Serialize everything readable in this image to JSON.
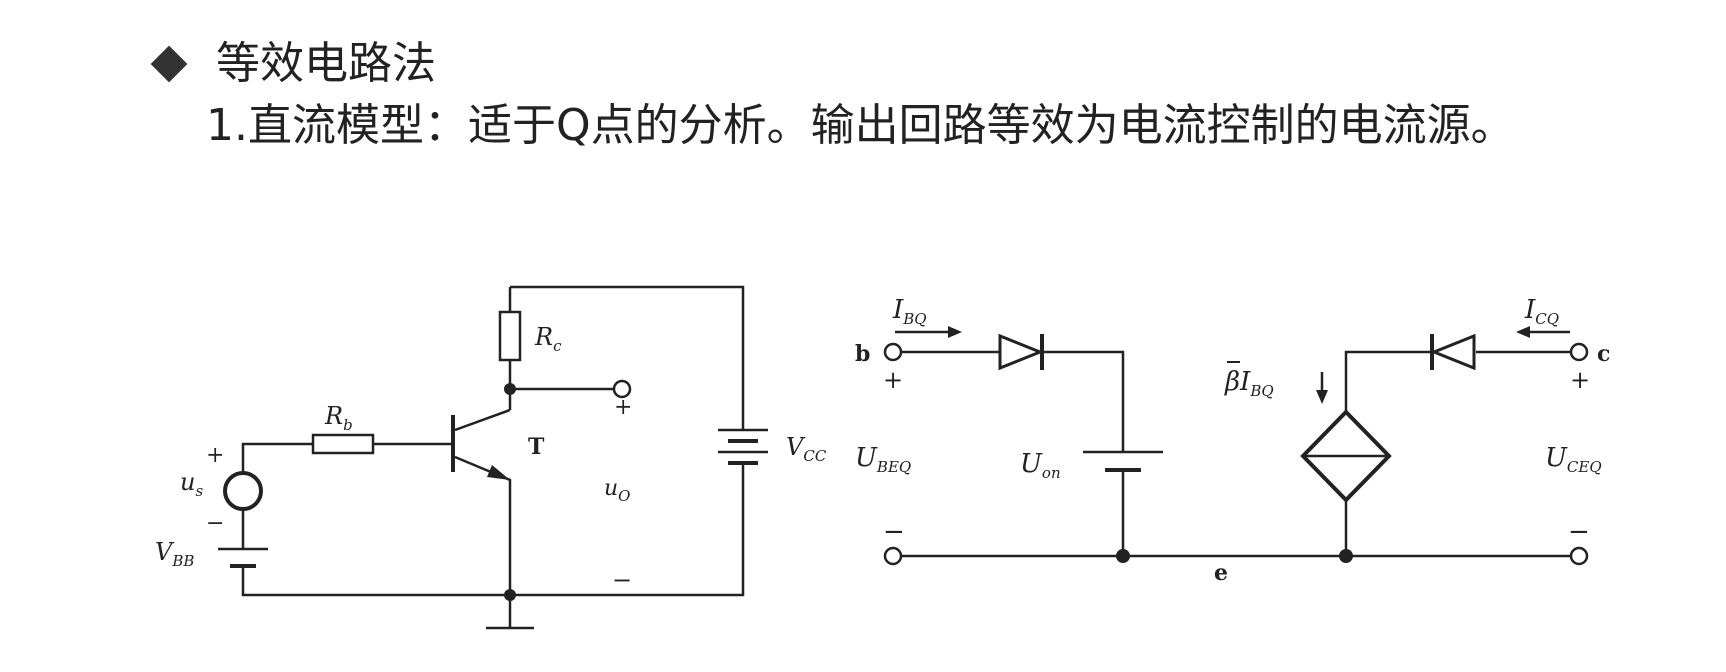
{
  "slide": {
    "heading": "等效电路法",
    "subtitle": "1.直流模型：适于Q点的分析。输出回路等效为电流控制的电流源。"
  },
  "left_circuit": {
    "Rc": {
      "sym": "R",
      "sub": "c"
    },
    "Rb": {
      "sym": "R",
      "sub": "b"
    },
    "T": "T",
    "Vcc": {
      "sym": "V",
      "sub": "CC"
    },
    "us": {
      "sym": "u",
      "sub": "s"
    },
    "Vbb": {
      "sym": "V",
      "sub": "BB"
    },
    "uo": {
      "sym": "u",
      "sub": "O"
    },
    "plus": "+",
    "minus": "−"
  },
  "right_circuit": {
    "b": "b",
    "c": "c",
    "e": "e",
    "Ibq": {
      "sym": "I",
      "sub": "BQ"
    },
    "Icq": {
      "sym": "I",
      "sub": "CQ"
    },
    "Ubeq": {
      "sym": "U",
      "sub": "BEQ"
    },
    "Uceq": {
      "sym": "U",
      "sub": "CEQ"
    },
    "Uon": {
      "sym": "U",
      "sub": "on"
    },
    "betaIbq": {
      "sym": "β",
      "sym2": "I",
      "sub": "BQ"
    },
    "plus": "+",
    "minus": "−"
  }
}
